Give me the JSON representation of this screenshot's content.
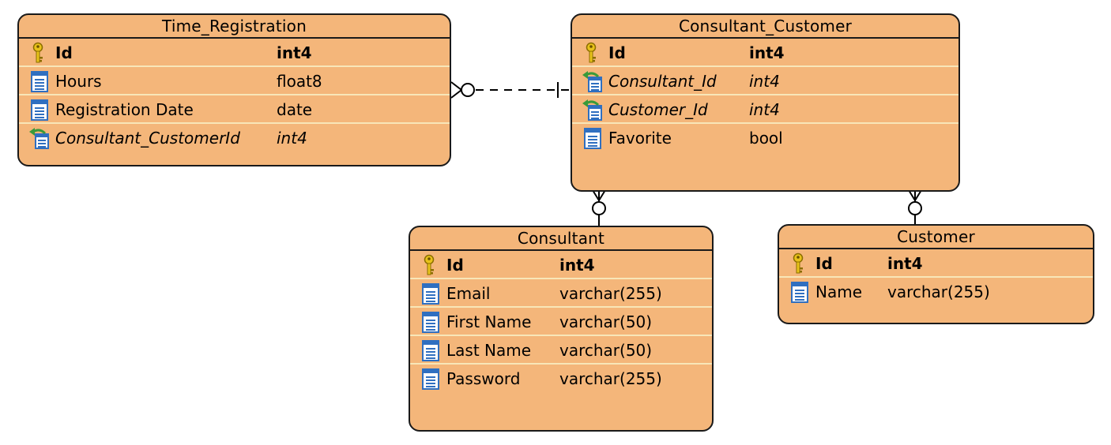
{
  "entities": {
    "time_registration": {
      "title": "Time_Registration",
      "columns": [
        {
          "name": "Id",
          "type": "int4",
          "kind": "pk",
          "icon": "key-icon"
        },
        {
          "name": "Hours",
          "type": "float8",
          "kind": "col",
          "icon": "column-icon"
        },
        {
          "name": "Registration Date",
          "type": "date",
          "kind": "col",
          "icon": "column-icon"
        },
        {
          "name": "Consultant_CustomerId",
          "type": "int4",
          "kind": "fk",
          "icon": "foreign-key-icon"
        }
      ]
    },
    "consultant_customer": {
      "title": "Consultant_Customer",
      "columns": [
        {
          "name": "Id",
          "type": "int4",
          "kind": "pk",
          "icon": "key-icon"
        },
        {
          "name": "Consultant_Id",
          "type": "int4",
          "kind": "fk",
          "icon": "foreign-key-icon"
        },
        {
          "name": "Customer_Id",
          "type": "int4",
          "kind": "fk",
          "icon": "foreign-key-icon"
        },
        {
          "name": "Favorite",
          "type": "bool",
          "kind": "col",
          "icon": "column-icon"
        }
      ]
    },
    "consultant": {
      "title": "Consultant",
      "columns": [
        {
          "name": "Id",
          "type": "int4",
          "kind": "pk",
          "icon": "key-icon"
        },
        {
          "name": "Email",
          "type": "varchar(255)",
          "kind": "col",
          "icon": "column-icon"
        },
        {
          "name": "First Name",
          "type": "varchar(50)",
          "kind": "col",
          "icon": "column-icon"
        },
        {
          "name": "Last Name",
          "type": "varchar(50)",
          "kind": "col",
          "icon": "column-icon"
        },
        {
          "name": "Password",
          "type": "varchar(255)",
          "kind": "col",
          "icon": "column-icon"
        }
      ]
    },
    "customer": {
      "title": "Customer",
      "columns": [
        {
          "name": "Id",
          "type": "int4",
          "kind": "pk",
          "icon": "key-icon"
        },
        {
          "name": "Name",
          "type": "varchar(255)",
          "kind": "col",
          "icon": "column-icon"
        }
      ]
    }
  },
  "relationships": [
    {
      "from": "time_registration",
      "to": "consultant_customer",
      "from_cardinality": "zero-or-many",
      "to_cardinality": "exactly-one",
      "line_style": "dashed"
    },
    {
      "from": "consultant_customer",
      "to": "consultant",
      "from_cardinality": "zero-or-many",
      "to_cardinality": "one",
      "line_style": "solid"
    },
    {
      "from": "consultant_customer",
      "to": "customer",
      "from_cardinality": "zero-or-many",
      "to_cardinality": "one",
      "line_style": "solid"
    }
  ],
  "colors": {
    "entity_fill": "#f4b67a",
    "entity_border": "#1a1a1a",
    "row_separator": "#f8e6b8",
    "key_icon": "#e8c21a",
    "column_icon": "#2f6fc0",
    "fk_arrow": "#3a9a3a"
  }
}
